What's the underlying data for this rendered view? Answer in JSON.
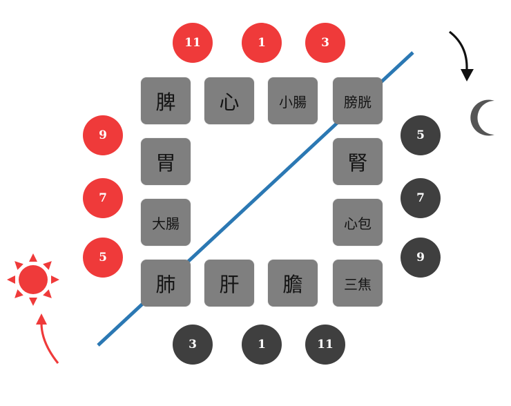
{
  "colors": {
    "day": "#ef3a3a",
    "night": "#3f3f3f",
    "box": "#7f7f7f",
    "divider": "#2b78b3",
    "moon": "#555555",
    "arrow_night": "#111111"
  },
  "icons": {
    "sun": "sun-icon",
    "moon": "moon-icon",
    "sun_arrow": "curved-arrow-up-icon",
    "moon_arrow": "curved-arrow-down-icon"
  },
  "organs": {
    "spleen": "脾",
    "heart": "心",
    "small_intestine": "小腸",
    "bladder": "膀胱",
    "stomach": "胃",
    "kidney": "腎",
    "large_intestine": "大腸",
    "pericardium": "心包",
    "lung": "肺",
    "liver": "肝",
    "gallbladder": "膽",
    "triple_burner": "三焦"
  },
  "hours": {
    "top": [
      "11",
      "1",
      "3"
    ],
    "left": [
      "9",
      "7",
      "5"
    ],
    "right": [
      "5",
      "7",
      "9"
    ],
    "bottom": [
      "3",
      "1",
      "11"
    ]
  }
}
